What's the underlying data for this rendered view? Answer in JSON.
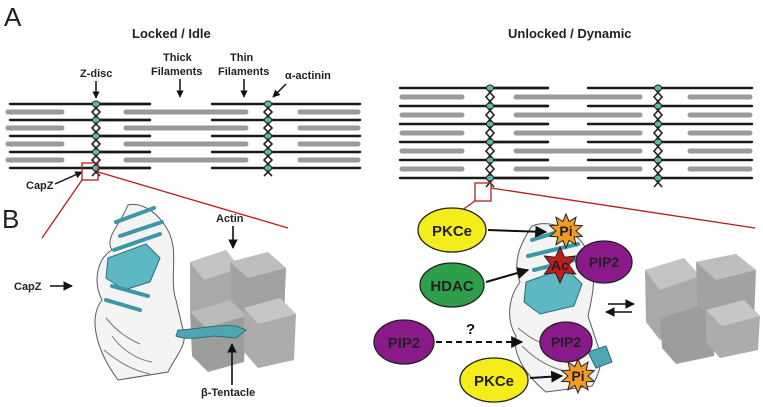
{
  "panels": {
    "a": "A",
    "b": "B"
  },
  "titles": {
    "locked": "Locked / Idle",
    "unlocked": "Unlocked / Dynamic"
  },
  "labels": {
    "z_disc": "Z-disc",
    "thick_line1": "Thick",
    "thick_line2": "Filaments",
    "thin_line1": "Thin",
    "thin_line2": "Filaments",
    "alpha_actinin": "α-actinin",
    "capz_top": "CapZ",
    "actin": "Actin",
    "capz_side": "CapZ",
    "beta_tentacle": "β-Tentacle"
  },
  "regulators": {
    "pkce_top": "PKCe",
    "hdac": "HDAC",
    "pip2_left": "PIP2",
    "pkce_bottom": "PKCe",
    "question": "?",
    "pi_top": "Pi",
    "ac": "Ac",
    "pip2_right_top": "PIP2",
    "pip2_center": "PIP2",
    "pi_bottom": "Pi"
  },
  "colors": {
    "pkce": "#f5ec1c",
    "hdac": "#2f9e4a",
    "pip2": "#8a1a8a",
    "pi_burst": "#f19a25",
    "ac_star": "#c11c1c",
    "capz_blue": "#5db8c4",
    "zdisc_dot": "#5eb8a8",
    "thick": "#9a9a9a",
    "thin": "#1a1a1a",
    "actin": "#a7a7a7",
    "zoom_line": "#b41e1e"
  }
}
